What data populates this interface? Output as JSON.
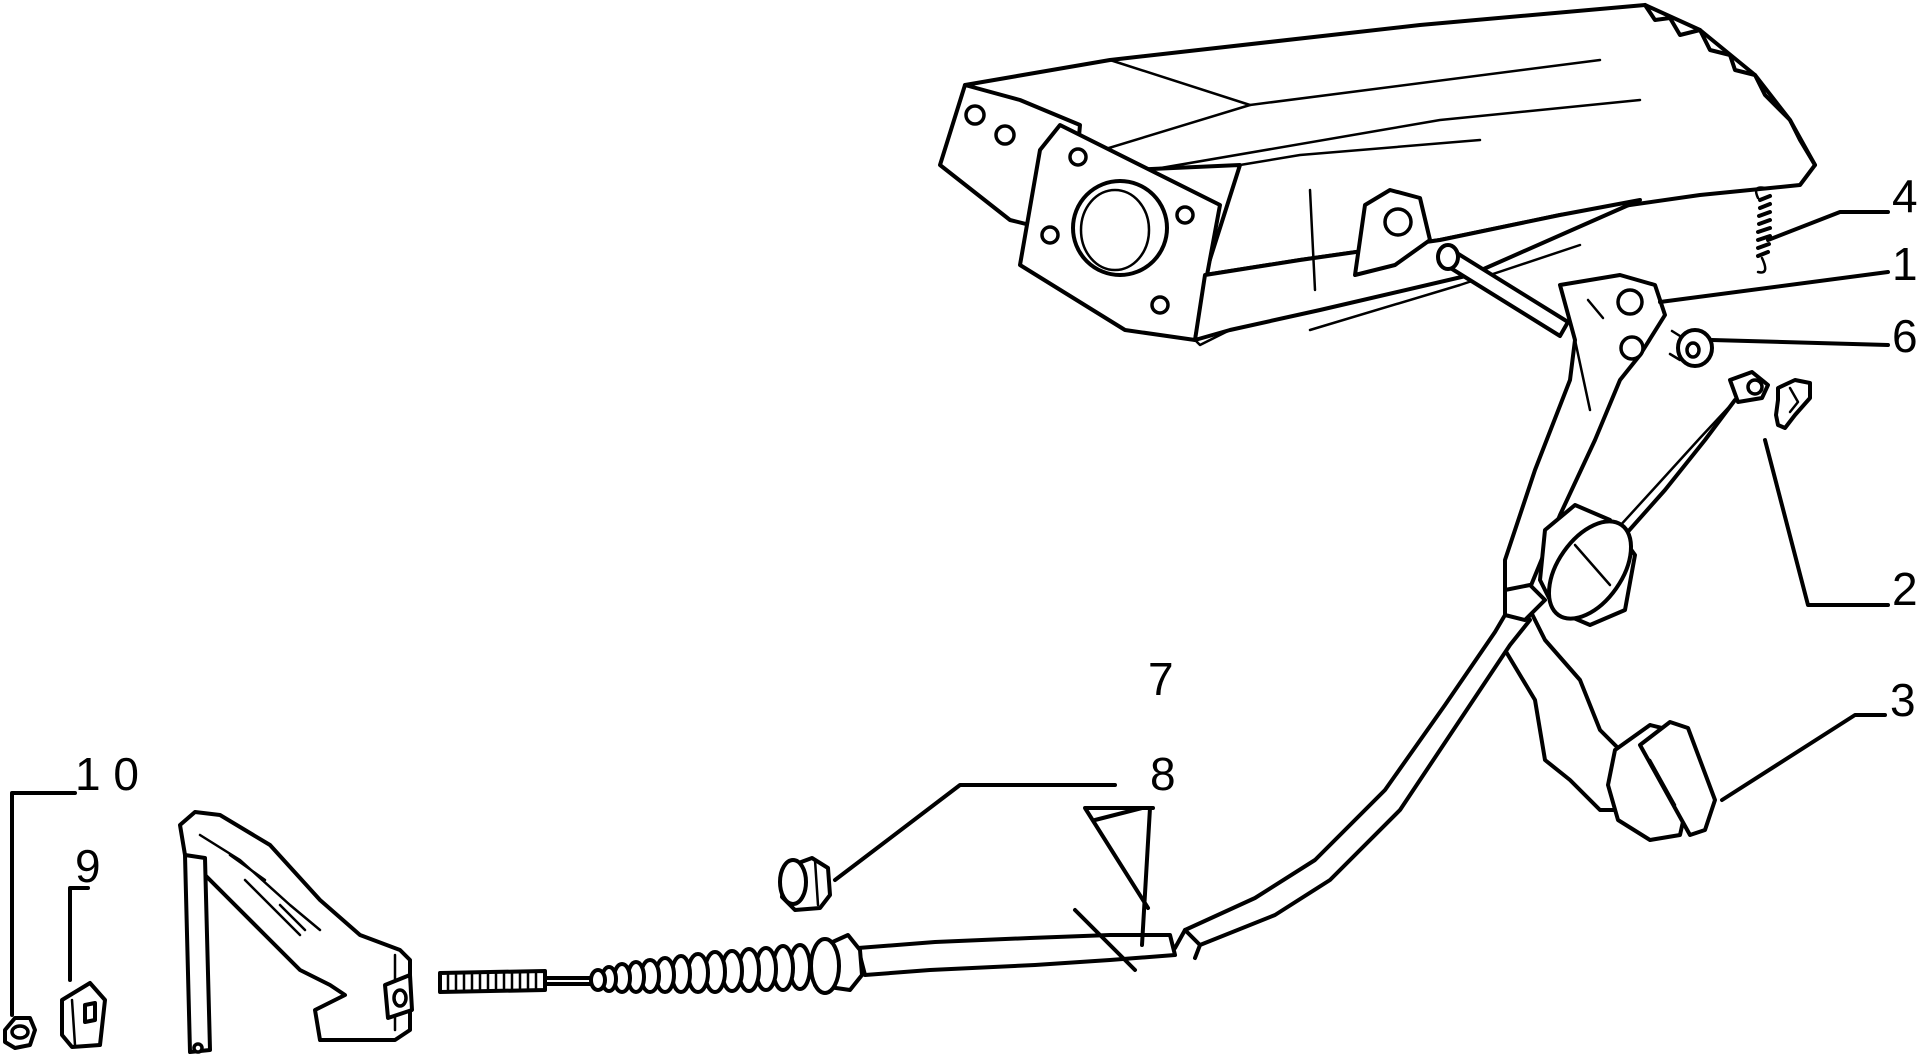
{
  "callouts": {
    "c1": "1",
    "c2": "2",
    "c3": "3",
    "c4": "4",
    "c6": "6",
    "c7": "7",
    "c8": "8",
    "c9": "9",
    "c10": "1 0"
  }
}
